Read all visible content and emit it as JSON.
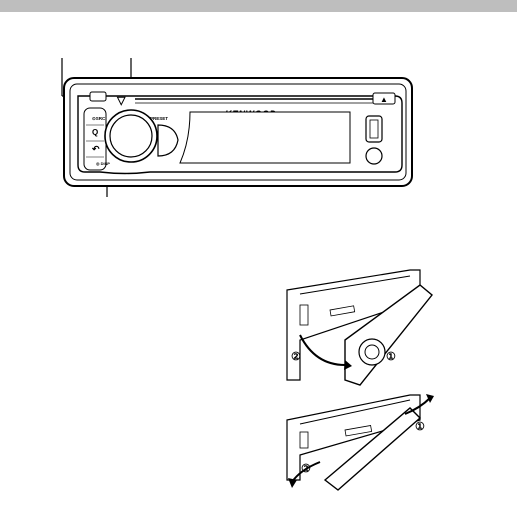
{
  "unit": {
    "brand": "KENWOOD",
    "btn_src": "⊙SRC",
    "btn_preset": "PRESET",
    "btn_dispt": "◎ DISP",
    "btn_eject": "▲",
    "btn_down": "▽",
    "btn_search": "Q",
    "btn_back": "↶"
  },
  "steps": {
    "one": "①",
    "two": "②"
  }
}
